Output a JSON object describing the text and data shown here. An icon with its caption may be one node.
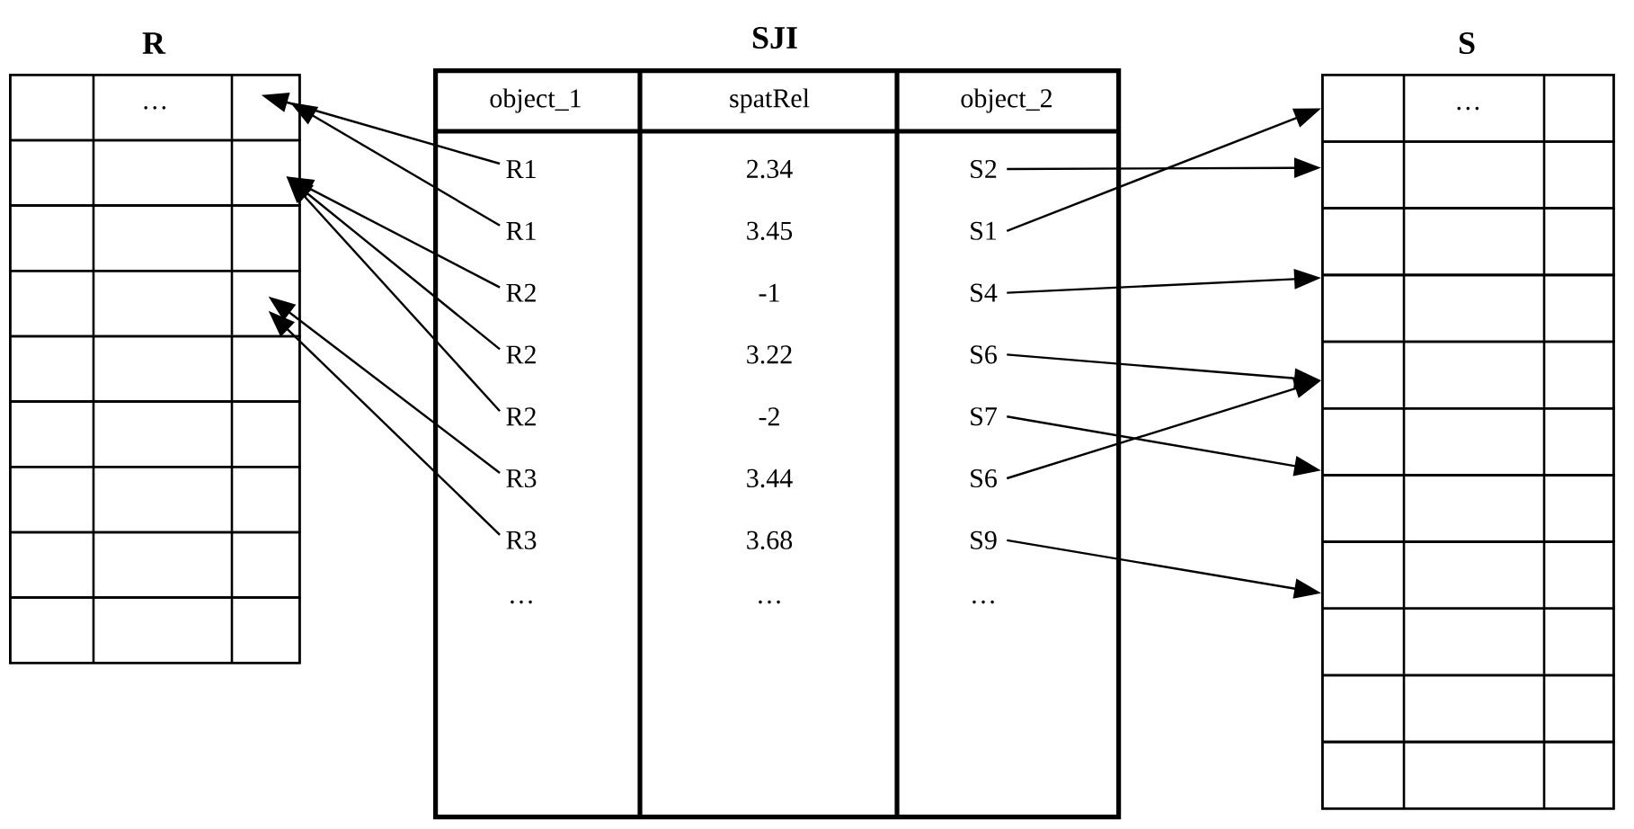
{
  "diagram": {
    "nodes": [
      {
        "text": [
          "R"
        ]
      },
      {
        "text": [
          "…"
        ],
        "in": 0
      },
      {
        "text": [],
        "shape": "box",
        "in": 0
      },
      {
        "text": [],
        "shape": "box",
        "in": 0
      },
      {
        "text": [],
        "shape": "box",
        "in": 0
      },
      {
        "text": [],
        "shape": "box",
        "in": 0
      },
      {
        "text": [],
        "shape": "box",
        "in": 0
      },
      {
        "text": [],
        "shape": "box",
        "in": 0
      },
      {
        "text": [],
        "shape": "box",
        "in": 0
      },
      {
        "text": [],
        "shape": "box",
        "in": 0
      },
      {
        "text": [
          "SJI"
        ]
      },
      {
        "text": [
          "R1"
        ],
        "in": 10
      },
      {
        "text": [
          "S2"
        ],
        "in": 10
      },
      {
        "text": [
          "R1"
        ],
        "in": 10
      },
      {
        "text": [
          "S1"
        ],
        "in": 10
      },
      {
        "text": [
          "R2"
        ],
        "in": 10
      },
      {
        "text": [
          "S4"
        ],
        "in": 10
      },
      {
        "text": [
          "R2"
        ],
        "in": 10
      },
      {
        "text": [
          "S6"
        ],
        "in": 10
      },
      {
        "text": [
          "R2"
        ],
        "in": 10
      },
      {
        "text": [
          "S7"
        ],
        "in": 10
      },
      {
        "text": [
          "R3"
        ],
        "in": 10
      },
      {
        "text": [
          "S6"
        ],
        "in": 10
      },
      {
        "text": [
          "R3"
        ],
        "in": 10
      },
      {
        "text": [
          "S9"
        ],
        "in": 10
      },
      {
        "text": [
          "S"
        ]
      },
      {
        "text": [
          "…"
        ],
        "in": 25
      },
      {
        "text": [],
        "shape": "box",
        "in": 25
      },
      {
        "text": [],
        "shape": "box",
        "in": 25
      },
      {
        "text": [],
        "shape": "box",
        "in": 25
      },
      {
        "text": [],
        "shape": "box",
        "in": 25
      },
      {
        "text": [],
        "shape": "box",
        "in": 25
      },
      {
        "text": [],
        "shape": "box",
        "in": 25
      },
      {
        "text": [],
        "shape": "box",
        "in": 25
      },
      {
        "text": [],
        "shape": "box",
        "in": 25
      },
      {
        "text": [],
        "shape": "box",
        "in": 25
      },
      {
        "text": [],
        "shape": "box",
        "in": 25
      }
    ],
    "edges": [
      {
        "from": 11,
        "to": 1,
        "arrow": "to"
      },
      {
        "from": 13,
        "to": 1,
        "arrow": "to"
      },
      {
        "from": 15,
        "to": 2,
        "arrow": "to"
      },
      {
        "from": 17,
        "to": 2,
        "arrow": "to"
      },
      {
        "from": 19,
        "to": 2,
        "arrow": "to"
      },
      {
        "from": 21,
        "to": 4,
        "arrow": "to"
      },
      {
        "from": 23,
        "to": 4,
        "arrow": "to"
      },
      {
        "from": 12,
        "to": 27,
        "arrow": "to"
      },
      {
        "from": 14,
        "to": 26,
        "arrow": "to"
      },
      {
        "from": 16,
        "to": 29,
        "arrow": "to"
      },
      {
        "from": 18,
        "to": 30,
        "arrow": "to"
      },
      {
        "from": 20,
        "to": 31,
        "arrow": "to"
      },
      {
        "from": 22,
        "to": 30,
        "arrow": "to"
      },
      {
        "from": 24,
        "to": 33,
        "arrow": "to"
      }
    ],
    "labels": [
      "object_1",
      "spatRel",
      "object_2",
      "2.34",
      "3.45",
      "-1",
      "3.22",
      "-2",
      "3.44",
      "3.68",
      "…",
      "…",
      "…"
    ]
  }
}
